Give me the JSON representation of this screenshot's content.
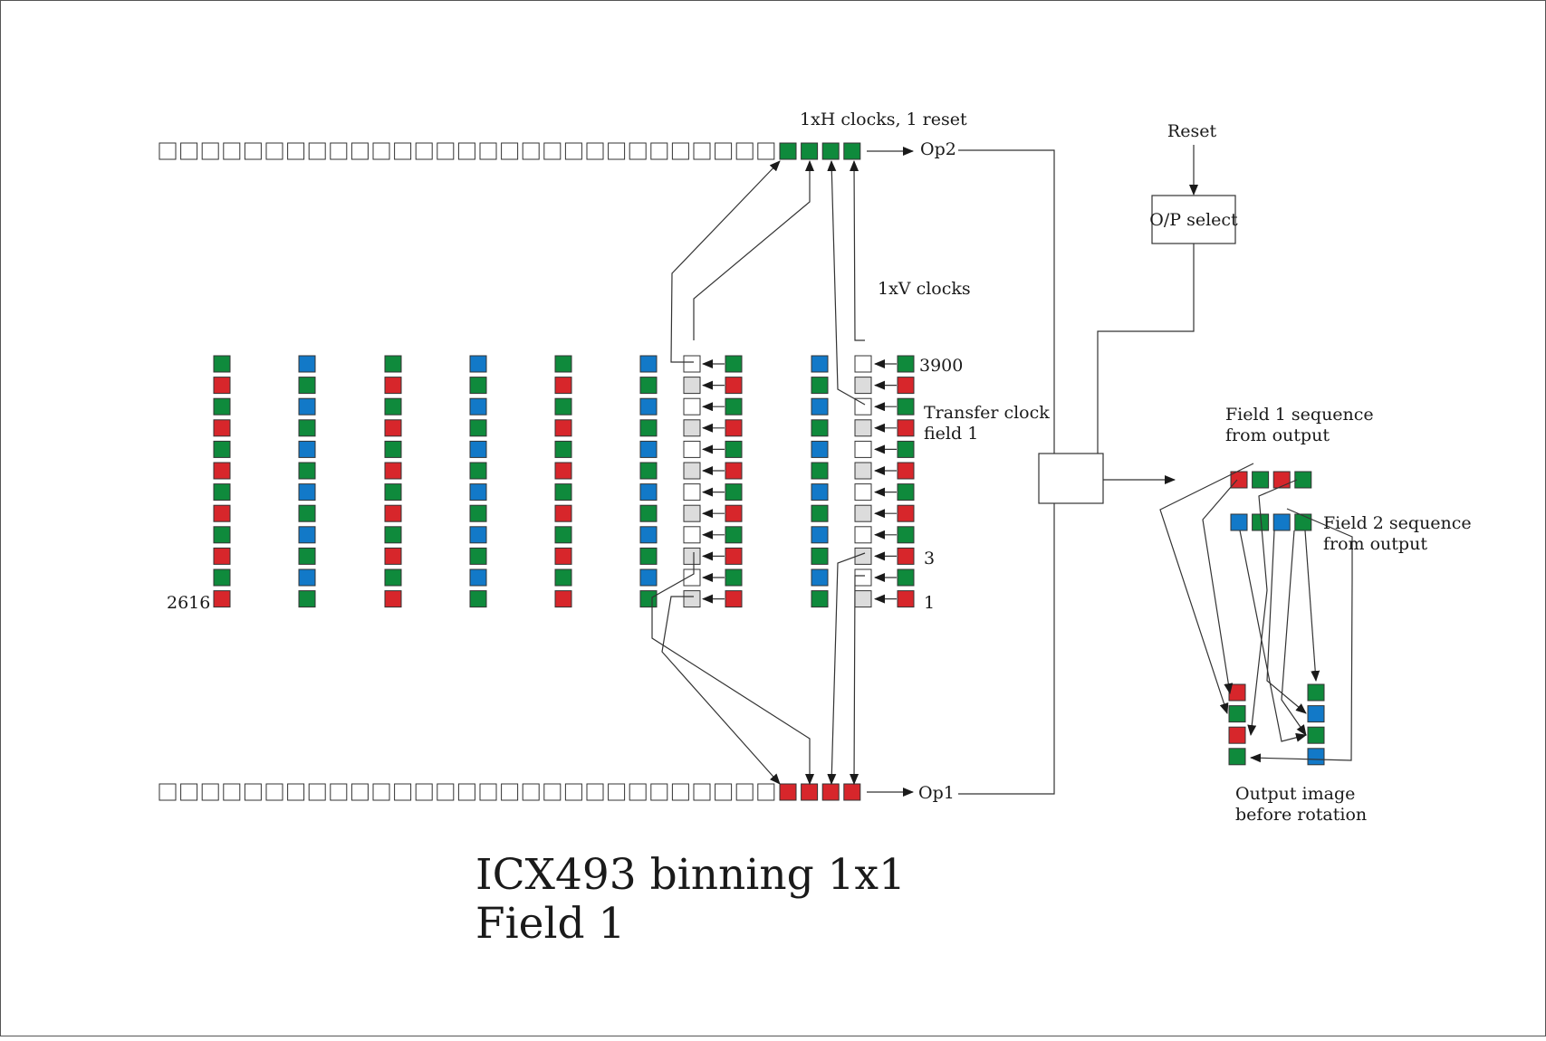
{
  "diagram": {
    "title_line1": "ICX493 binning 1x1",
    "title_line2": "Field 1",
    "labels": {
      "h_clocks": "1xH clocks, 1 reset",
      "v_clocks": "1xV clocks",
      "op2": "Op2",
      "op1": "Op1",
      "reset": "Reset",
      "op_select": "O/P select",
      "row_top": "3900",
      "row_3": "3",
      "row_1": "1",
      "col_count": "2616",
      "transfer_line1": "Transfer clock",
      "transfer_line2": "field 1",
      "field1_line1": "Field 1 sequence",
      "field1_line2": "from output",
      "field2_line1": "Field 2 sequence",
      "field2_line2": "from output",
      "output_line1": "Output image",
      "output_line2": "before rotation"
    },
    "colors": {
      "green": "#0f8a3c",
      "red": "#d7262b",
      "blue": "#1279c8",
      "gray": "#dcdcdc",
      "line": "#333333"
    },
    "pixel_columns": [
      {
        "top": "green",
        "pattern": [
          "green",
          "red"
        ]
      },
      {
        "top": "blue",
        "pattern": [
          "blue",
          "green"
        ]
      },
      {
        "top": "green",
        "pattern": [
          "green",
          "red"
        ]
      },
      {
        "top": "blue",
        "pattern": [
          "blue",
          "green"
        ]
      },
      {
        "top": "green",
        "pattern": [
          "green",
          "red"
        ]
      },
      {
        "top": "blue",
        "pattern": [
          "blue",
          "green"
        ]
      },
      {
        "top": "transfer",
        "pattern": [
          "white",
          "gray"
        ]
      },
      {
        "top": "green",
        "pattern": [
          "green",
          "red"
        ]
      },
      {
        "top": "blue",
        "pattern": [
          "blue",
          "green"
        ]
      },
      {
        "top": "transfer",
        "pattern": [
          "white",
          "gray"
        ]
      },
      {
        "top": "green",
        "pattern": [
          "green",
          "red"
        ]
      }
    ],
    "rows_visible": 12,
    "register_top_outputs": [
      "green",
      "green",
      "green",
      "green"
    ],
    "register_bottom_outputs": [
      "red",
      "red",
      "red",
      "red"
    ],
    "register_empty_cells": 29,
    "field1_sequence": [
      "red",
      "green",
      "red",
      "green"
    ],
    "field2_sequence": [
      "blue",
      "green",
      "blue",
      "green"
    ],
    "output_image_left": [
      "red",
      "green",
      "red",
      "green"
    ],
    "output_image_right": [
      "green",
      "blue",
      "green",
      "blue"
    ]
  }
}
